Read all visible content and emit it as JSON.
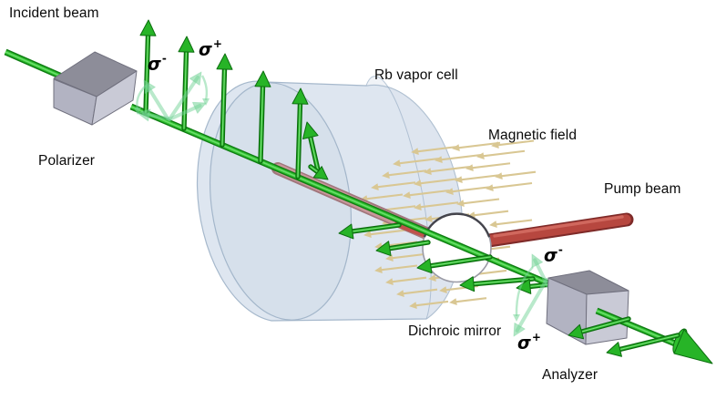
{
  "labels": {
    "incident_beam": "Incident beam",
    "polarizer": "Polarizer",
    "rb_vapor_cell": "Rb vapor cell",
    "magnetic_field": "Magnetic field",
    "pump_beam": "Pump beam",
    "dichroic_mirror": "Dichroic mirror",
    "analyzer": "Analyzer"
  },
  "sigma": {
    "symbol": "σ",
    "minus": "-",
    "plus": "+"
  },
  "colors": {
    "beam_green_core": "#2fbf2f",
    "beam_green_bright": "#6ade6a",
    "beam_green_edge": "#0e7d12",
    "arrow_green_fill": "#27b427",
    "arrow_green_dark": "#0c6e0f",
    "faded_green": "#74d398",
    "pump_red": "#b7473f",
    "pump_red_dark": "#7e2a28",
    "pump_red_light": "#d0685e",
    "rod_pink": "#c9979b",
    "rod_pink_edge": "#a1767c",
    "rod_red_exit": "#c0524b",
    "cell_fill": "#c2d2e3",
    "cell_cap_fill": "#d0dbe7",
    "cell_stroke": "#9db1c7",
    "field_tan": "#d9c793",
    "cube_top": "#8d8d99",
    "cube_front": "#b2b3c2",
    "cube_side": "#c9cad6",
    "cube_edge": "#70707e",
    "mirror_fill": "#ffffff",
    "mirror_rim": "#9a9aa5",
    "mirror_rim_dark": "#44444c",
    "text": "#0a0a0a"
  }
}
